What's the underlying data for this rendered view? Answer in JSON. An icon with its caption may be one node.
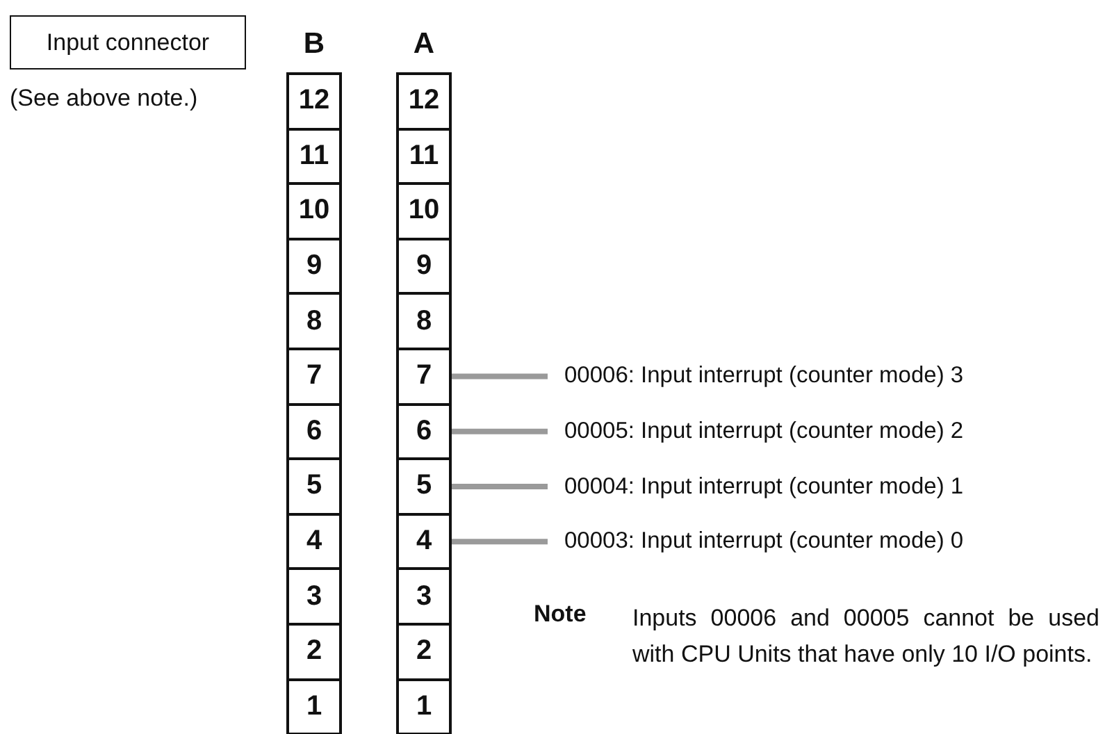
{
  "diagram": {
    "nodes": [
      {
        "text": [
          "Input connector"
        ]
      },
      {
        "text": [
          "12"
        ]
      },
      {
        "text": [
          "11"
        ]
      },
      {
        "text": [
          "10"
        ]
      },
      {
        "text": [
          "9"
        ]
      },
      {
        "text": [
          "8"
        ]
      },
      {
        "text": [
          "7"
        ]
      },
      {
        "text": [
          "6"
        ]
      },
      {
        "text": [
          "5"
        ]
      },
      {
        "text": [
          "4"
        ]
      },
      {
        "text": [
          "3"
        ]
      },
      {
        "text": [
          "2"
        ]
      },
      {
        "text": [
          "1"
        ]
      },
      {
        "text": [
          "12"
        ]
      },
      {
        "text": [
          "11"
        ]
      },
      {
        "text": [
          "10"
        ]
      },
      {
        "text": [
          "9"
        ]
      },
      {
        "text": [
          "8"
        ]
      },
      {
        "text": [
          "7"
        ]
      },
      {
        "text": [
          "6"
        ]
      },
      {
        "text": [
          "5"
        ]
      },
      {
        "text": [
          "4"
        ]
      },
      {
        "text": [
          "3"
        ]
      },
      {
        "text": [
          "2"
        ]
      },
      {
        "text": [
          "1"
        ]
      },
      {
        "text": [
          "00006: Input interrupt (counter mode) 3"
        ]
      },
      {
        "text": [
          "00005: Input interrupt (counter mode) 2"
        ]
      },
      {
        "text": [
          "00004: Input interrupt (counter mode) 1"
        ]
      },
      {
        "text": [
          "00003: Input interrupt (counter mode) 0"
        ]
      }
    ],
    "edges": [
      {
        "from": 18,
        "to": 25,
        "arrow": "none"
      },
      {
        "from": 19,
        "to": 26,
        "arrow": "none"
      },
      {
        "from": 20,
        "to": 27,
        "arrow": "none"
      },
      {
        "from": 21,
        "to": 28,
        "arrow": "none"
      }
    ],
    "labels": [
      "(See above note.)",
      "B",
      "A",
      "Note",
      "Inputs 00006 and 00005 cannot be used with CPU Units that have only 10 I/O points."
    ]
  }
}
